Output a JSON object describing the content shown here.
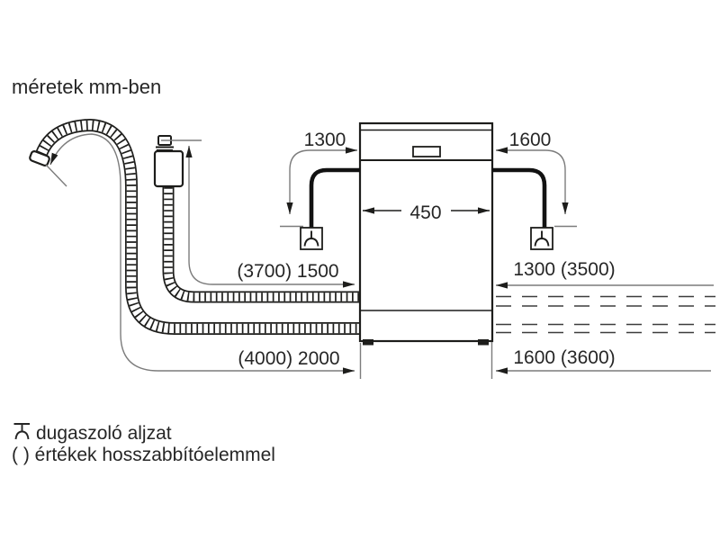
{
  "title": "méretek mm-ben",
  "diagram": {
    "labels": {
      "cable_left": "1300",
      "cable_right": "1600",
      "machine_width": "450",
      "supply_hose_left": "(3700) 1500",
      "drain_hose_left": "(4000) 2000",
      "supply_hose_right": "1300 (3500)",
      "drain_hose_right": "1600 (3600)"
    },
    "icons": {
      "socket_left": "plug-socket-icon",
      "socket_right": "plug-socket-icon",
      "legend_socket": "plug-socket-icon"
    }
  },
  "legend": {
    "socket": "dugaszoló aljzat",
    "parentheses": "( ) értékek hosszabbítóelemmel"
  },
  "colors": {
    "ink": "#1d1d1b",
    "dim_line": "#7c7c7c",
    "dashed_line": "#3d3d3d",
    "text": "#262626",
    "background": "#ffffff"
  }
}
